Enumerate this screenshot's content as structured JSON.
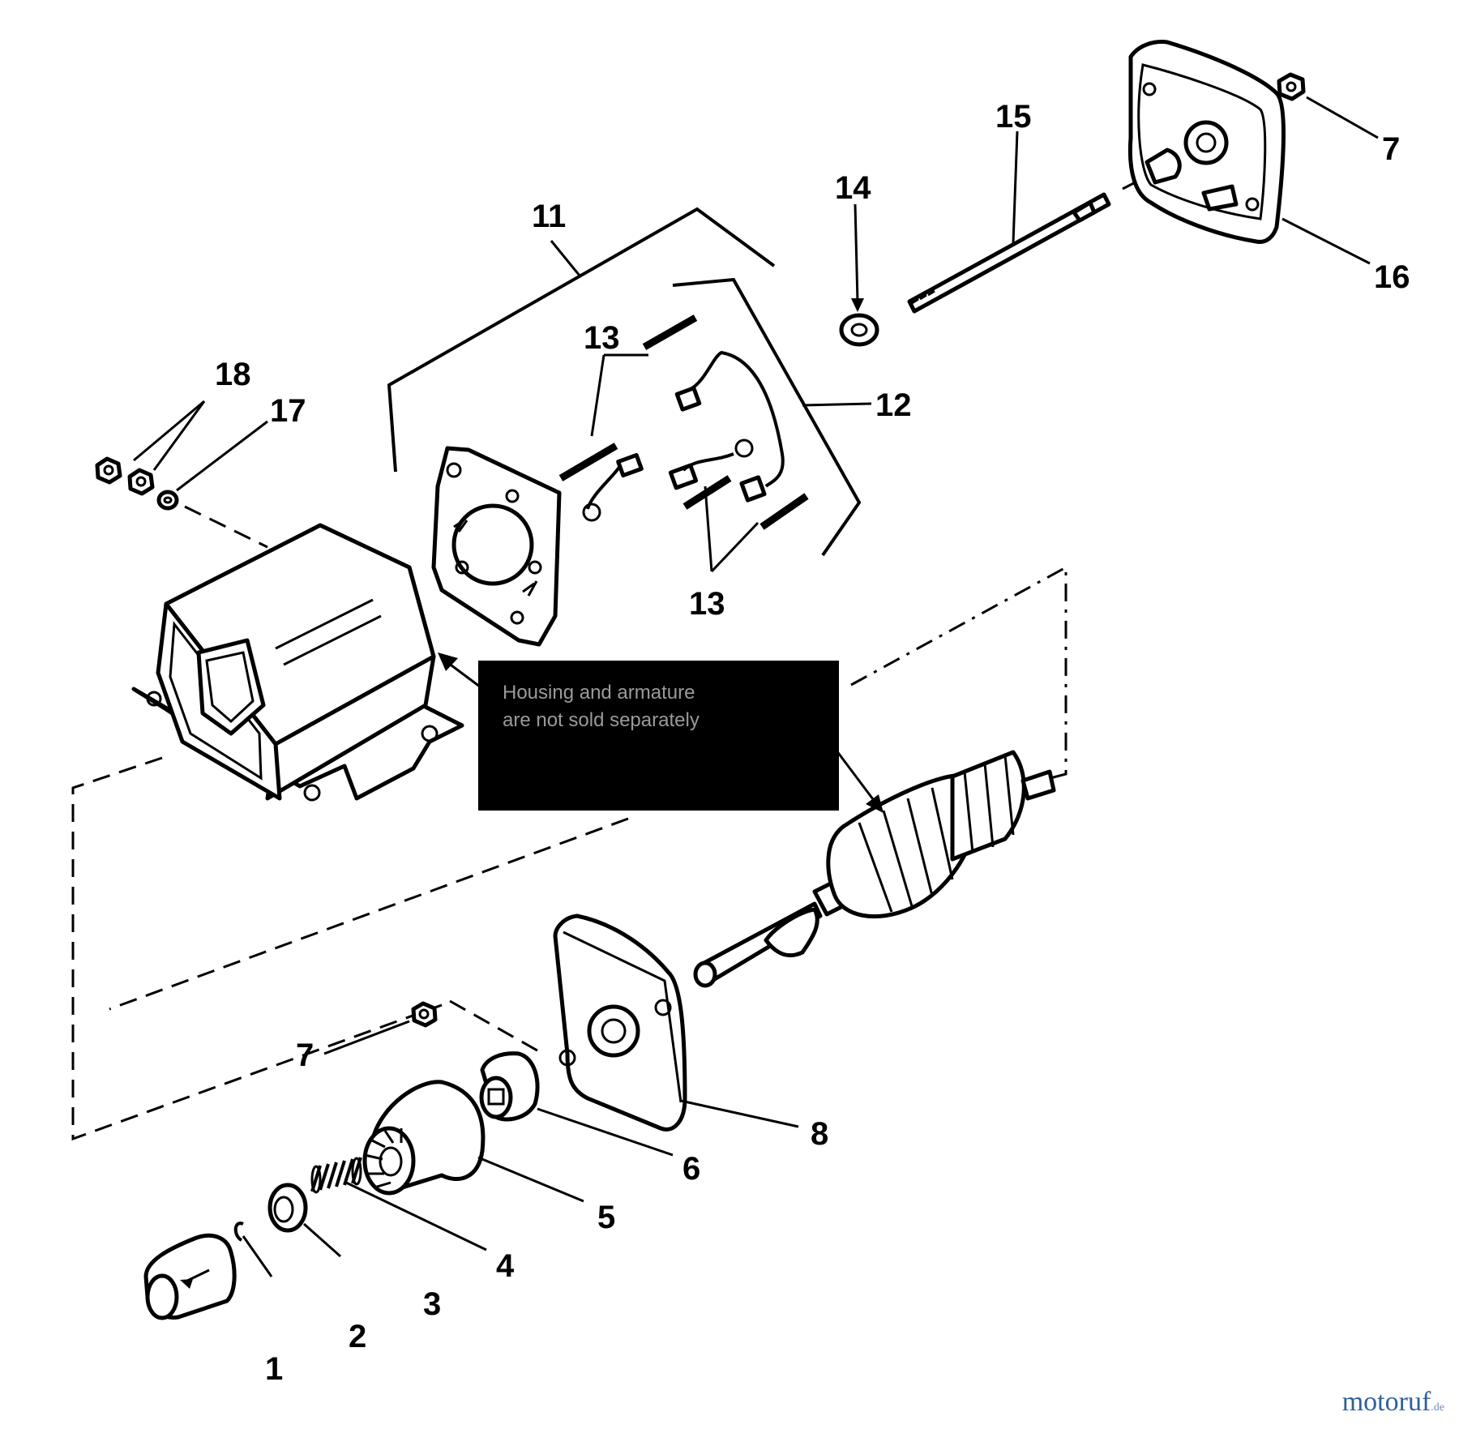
{
  "callouts": [
    {
      "id": "1",
      "text": "1"
    },
    {
      "id": "2",
      "text": "2"
    },
    {
      "id": "3",
      "text": "3"
    },
    {
      "id": "4",
      "text": "4"
    },
    {
      "id": "5",
      "text": "5"
    },
    {
      "id": "6",
      "text": "6"
    },
    {
      "id": "7a",
      "text": "7"
    },
    {
      "id": "7b",
      "text": "7"
    },
    {
      "id": "8",
      "text": "8"
    },
    {
      "id": "11",
      "text": "11"
    },
    {
      "id": "12",
      "text": "12"
    },
    {
      "id": "13a",
      "text": "13"
    },
    {
      "id": "13b",
      "text": "13"
    },
    {
      "id": "14",
      "text": "14"
    },
    {
      "id": "15",
      "text": "15"
    },
    {
      "id": "16",
      "text": "16"
    },
    {
      "id": "17",
      "text": "17"
    },
    {
      "id": "18",
      "text": "18"
    }
  ],
  "note": {
    "lines": [
      "Housing and armature",
      "are not sold separately",
      "",
      ""
    ]
  },
  "watermark": {
    "brand": "motoruf",
    "suffix": ".de"
  }
}
